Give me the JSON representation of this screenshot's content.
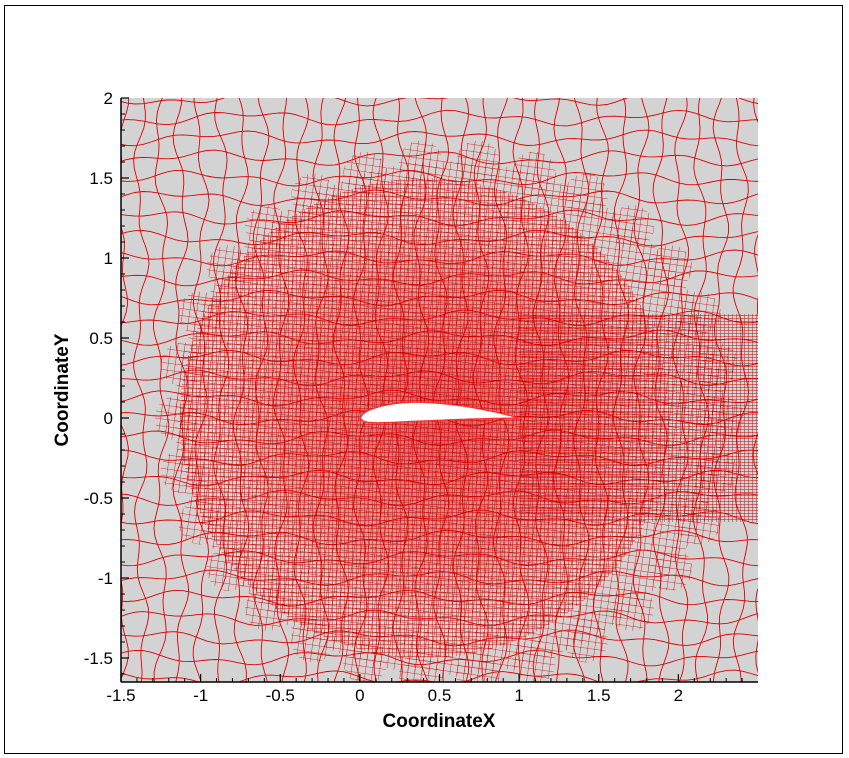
{
  "chart_data": {
    "type": "scatter",
    "subtype": "unstructured computational mesh around an airfoil",
    "xlabel": "CoordinateX",
    "ylabel": "CoordinateY",
    "xlim": [
      -1.5,
      2.5
    ],
    "ylim": [
      -1.65,
      2.0
    ],
    "x_ticks": [
      -1.5,
      -1,
      -0.5,
      0,
      0.5,
      1,
      1.5,
      2
    ],
    "x_tick_labels": [
      "-1.5",
      "-1",
      "-0.5",
      "0",
      "0.5",
      "1",
      "1.5",
      "2"
    ],
    "y_ticks": [
      -1.5,
      -1,
      -0.5,
      0,
      0.5,
      1,
      1.5,
      2
    ],
    "y_tick_labels": [
      "-1.5",
      "-1",
      "-0.5",
      "0",
      "0.5",
      "1",
      "1.5",
      "2"
    ],
    "airfoil": {
      "leading_edge": [
        0.0,
        0.0
      ],
      "trailing_edge": [
        1.0,
        0.0
      ]
    },
    "refinement_regions": [
      {
        "region": "airfoil near-field",
        "center": [
          0.5,
          0.0
        ],
        "radius": 1.6
      },
      {
        "region": "wake",
        "x_range": [
          1.0,
          2.5
        ],
        "y_range": [
          -0.65,
          0.65
        ]
      }
    ],
    "colors": {
      "mesh": "#dd0000",
      "background": "#d3d3d3",
      "airfoil": "#ffffff"
    },
    "grid": false,
    "legend": "none"
  }
}
